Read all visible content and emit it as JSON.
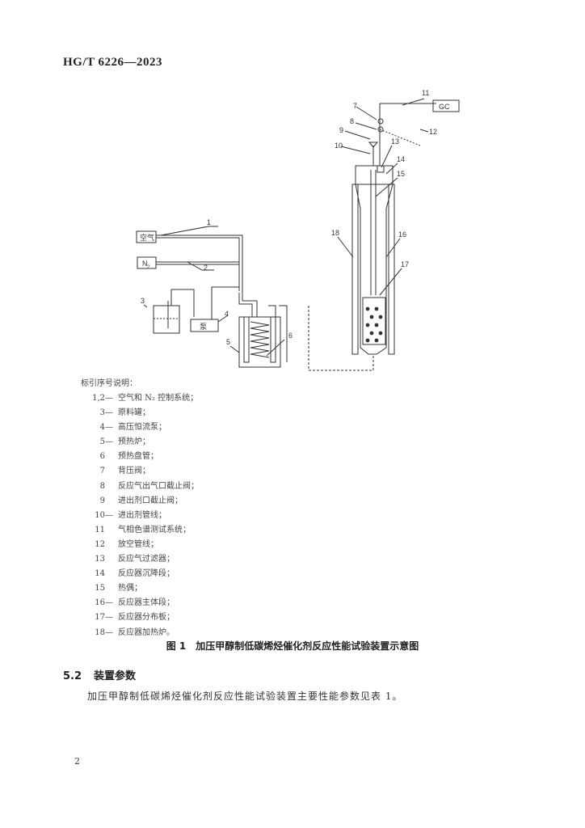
{
  "header": {
    "standard_code": "HG/T 6226—2023"
  },
  "diagram": {
    "labels": {
      "air": "空气",
      "n2": "N",
      "n2_sub": "2",
      "pump": "泵",
      "gc": "GC"
    },
    "callouts": [
      "1",
      "2",
      "3",
      "4",
      "5",
      "6",
      "7",
      "8",
      "9",
      "10",
      "11",
      "12",
      "13",
      "14",
      "15",
      "16",
      "17",
      "18"
    ]
  },
  "legend": {
    "intro": "标引序号说明：",
    "items": [
      {
        "num": "1,2",
        "dash": "—",
        "text": "空气和 N₂ 控制系统；"
      },
      {
        "num": "3",
        "dash": "—",
        "text": "原料罐；"
      },
      {
        "num": "4",
        "dash": "—",
        "text": "高压恒流泵；"
      },
      {
        "num": "5",
        "dash": "—",
        "text": "预热炉；"
      },
      {
        "num": "6",
        "dash": "",
        "text": "预热盘管；"
      },
      {
        "num": "7",
        "dash": "",
        "text": "背压阀；"
      },
      {
        "num": "8",
        "dash": "",
        "text": "反应气出气口截止阀；"
      },
      {
        "num": "9",
        "dash": "",
        "text": "进出剂口截止阀；"
      },
      {
        "num": "10",
        "dash": "—",
        "text": "进出剂管线；"
      },
      {
        "num": "11",
        "dash": "",
        "text": "气相色谱测试系统；"
      },
      {
        "num": "12",
        "dash": "",
        "text": "放空管线；"
      },
      {
        "num": "13",
        "dash": "",
        "text": "反应气过滤器；"
      },
      {
        "num": "14",
        "dash": "",
        "text": "反应器沉降段；"
      },
      {
        "num": "15",
        "dash": "",
        "text": "热偶；"
      },
      {
        "num": "16",
        "dash": "—",
        "text": "反应器主体段；"
      },
      {
        "num": "17",
        "dash": "—",
        "text": "反应器分布板；"
      },
      {
        "num": "18",
        "dash": "—",
        "text": "反应器加热炉。"
      }
    ]
  },
  "caption": "图 1　加压甲醇制低碳烯烃催化剂反应性能试验装置示意图",
  "section": {
    "number": "5.2",
    "title": "装置参数"
  },
  "body_text": "加压甲醇制低碳烯烃催化剂反应性能试验装置主要性能参数见表 1。",
  "page_number": "2"
}
